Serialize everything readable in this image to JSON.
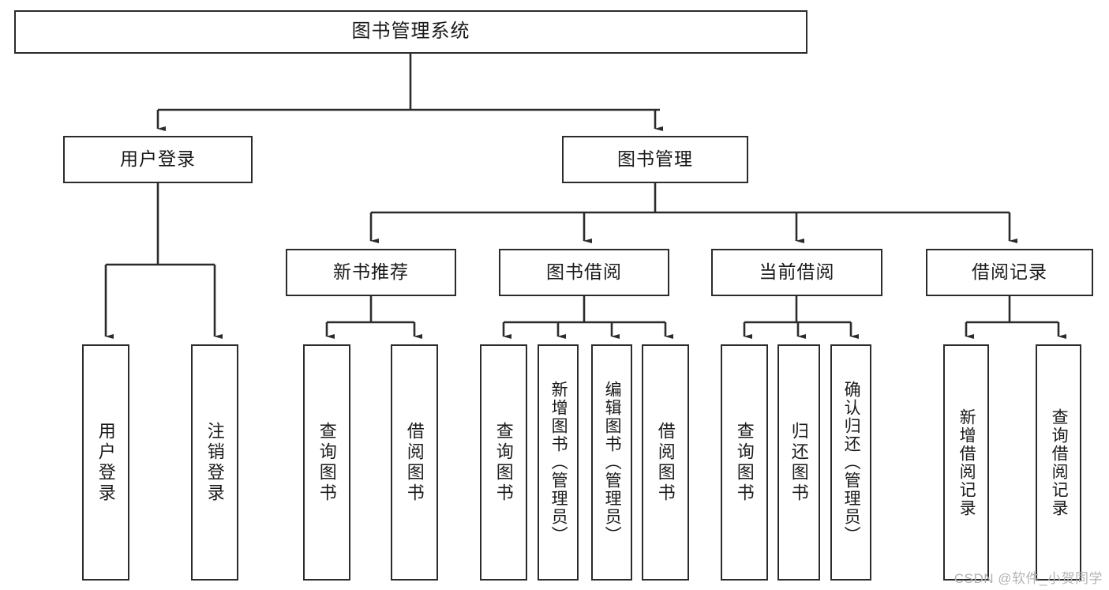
{
  "diagram": {
    "type": "tree-hierarchy",
    "title": "图书管理系统",
    "orientation": "top-down",
    "watermark": "CSDN @软件_小贺同学",
    "colors": {
      "box_stroke": "#2b2b2b",
      "box_fill": "#ffffff",
      "edge": "#2b2b2b",
      "text": "#1a1a1a",
      "watermark": "#b3b3b3",
      "background": "#ffffff"
    },
    "levels": {
      "level1": [
        {
          "id": "root",
          "label": "图书管理系统"
        }
      ],
      "level2": [
        {
          "id": "user-login",
          "label": "用户登录",
          "parent": "root"
        },
        {
          "id": "book-management",
          "label": "图书管理",
          "parent": "root"
        }
      ],
      "level3": [
        {
          "id": "new-book-recommend",
          "label": "新书推荐",
          "parent": "book-management"
        },
        {
          "id": "book-borrow",
          "label": "图书借阅",
          "parent": "book-management"
        },
        {
          "id": "current-borrow",
          "label": "当前借阅",
          "parent": "book-management"
        },
        {
          "id": "borrow-record",
          "label": "借阅记录",
          "parent": "book-management"
        }
      ],
      "level4": [
        {
          "id": "leaf-user-login",
          "label": "用户登录",
          "parent": "user-login"
        },
        {
          "id": "leaf-user-logout",
          "label": "注销登录",
          "parent": "user-login"
        },
        {
          "id": "leaf-query-book-1",
          "label": "查询图书",
          "parent": "new-book-recommend"
        },
        {
          "id": "leaf-borrow-book-1",
          "label": "借阅图书",
          "parent": "new-book-recommend"
        },
        {
          "id": "leaf-query-book-2",
          "label": "查询图书",
          "parent": "book-borrow"
        },
        {
          "id": "leaf-add-book",
          "label": "新增图书（管理员）",
          "parent": "book-borrow"
        },
        {
          "id": "leaf-edit-book",
          "label": "编辑图书（管理员）",
          "parent": "book-borrow"
        },
        {
          "id": "leaf-borrow-book-2",
          "label": "借阅图书",
          "parent": "book-borrow"
        },
        {
          "id": "leaf-query-book-3",
          "label": "查询图书",
          "parent": "current-borrow"
        },
        {
          "id": "leaf-return-book",
          "label": "归还图书",
          "parent": "current-borrow"
        },
        {
          "id": "leaf-confirm-return",
          "label": "确认归还（管理员）",
          "parent": "current-borrow"
        },
        {
          "id": "leaf-add-record",
          "label": "新增借阅记录",
          "parent": "borrow-record"
        },
        {
          "id": "leaf-query-record",
          "label": "查询借阅记录",
          "parent": "borrow-record"
        }
      ]
    }
  }
}
